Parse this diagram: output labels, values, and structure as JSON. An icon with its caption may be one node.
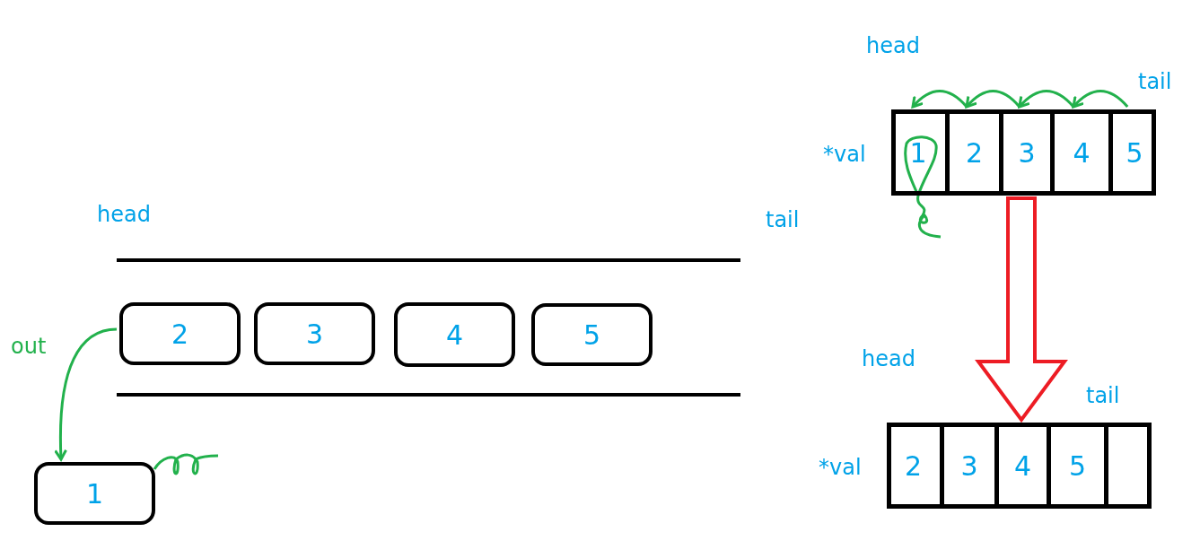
{
  "diagram": {
    "nodes": [
      {
        "text": [
          "2"
        ]
      },
      {
        "text": [
          "3"
        ]
      },
      {
        "text": [
          "4"
        ]
      },
      {
        "text": [
          "5"
        ]
      },
      {
        "text": [
          "1"
        ]
      },
      {
        "text": [],
        "shape": "box"
      },
      {
        "text": [
          "1"
        ],
        "in": 5
      },
      {
        "text": [
          "2"
        ],
        "in": 5
      },
      {
        "text": [
          "3"
        ],
        "in": 5
      },
      {
        "text": [
          "4"
        ],
        "in": 5
      },
      {
        "text": [
          "5"
        ],
        "in": 5
      },
      {
        "text": [],
        "shape": "box"
      },
      {
        "text": [
          "2"
        ],
        "in": 11
      },
      {
        "text": [
          "3"
        ],
        "in": 11
      },
      {
        "text": [
          "4"
        ],
        "in": 11
      },
      {
        "text": [
          "5"
        ],
        "in": 11
      },
      {
        "text": [],
        "shape": "box",
        "in": 11
      }
    ],
    "edges": [
      {
        "from": 0,
        "to": 4,
        "arrow": "to",
        "label": "out"
      },
      {
        "from": 7,
        "to": 6,
        "arrow": "to"
      },
      {
        "from": 8,
        "to": 7,
        "arrow": "to"
      },
      {
        "from": 9,
        "to": 8,
        "arrow": "to"
      },
      {
        "from": 10,
        "to": 9,
        "arrow": "to"
      },
      {
        "from": 5,
        "to": 11,
        "arrow": "to",
        "style": "thick",
        "color": "#ed1c24"
      }
    ],
    "labels": [
      "head",
      "tail",
      "*val",
      "head",
      "tail",
      "head",
      "tail",
      "*val"
    ]
  }
}
